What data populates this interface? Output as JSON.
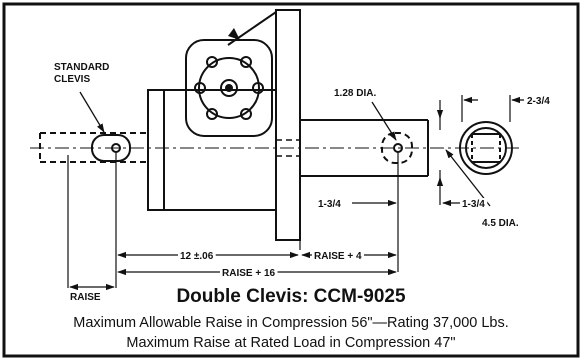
{
  "labels": {
    "standard_clevis_1": "STANDARD",
    "standard_clevis_2": "CLEVIS",
    "pin_dia": "1.28 DIA.",
    "width_dim": "2-3/4",
    "rod_end_left": "1-3/4",
    "rod_end_right": "1-3/4",
    "body_dia": "4.5 DIA.",
    "closed_length": "12 ±.06",
    "raise_plus_4": "RAISE + 4",
    "raise_plus_16": "RAISE + 16",
    "raise": "RAISE"
  },
  "caption": {
    "title": "Double Clevis: CCM-9025",
    "line1": "Maximum Allowable Raise in Compression 56\"—Rating 37,000 Lbs.",
    "line2": "Maximum Raise at Rated Load in Compression 47\""
  },
  "icons": [
    "arrow-left-icon",
    "arrow-right-icon",
    "arrow-diagonal-icon"
  ]
}
